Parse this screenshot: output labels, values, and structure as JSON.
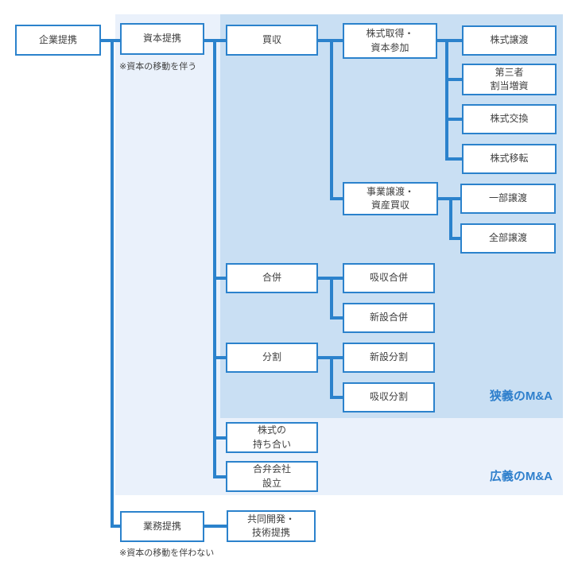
{
  "diagram": {
    "title_hint": "M&A classification tree",
    "colors": {
      "line": "#2B82CC",
      "text": "#404040",
      "label_blue": "#2E7FCC",
      "broad_bg": "#EAF1FB",
      "narrow_bg": "#C9DFF3",
      "node_bg": "#FFFFFF"
    },
    "regions": {
      "narrow_label": "狭義のM&A",
      "broad_label": "広義のM&A"
    },
    "nodes": {
      "root": "企業提携",
      "capital_alliance": "資本提携",
      "capital_alliance_note": "※資本の移動を伴う",
      "acquisition": "買収",
      "stock_acquisition": "株式取得・\n資本参加",
      "stock_transfer": "株式譲渡",
      "third_party_allotment": "第三者\n割当増資",
      "stock_exchange": "株式交換",
      "stock_relocation": "株式移転",
      "business_transfer": "事業譲渡・\n資産買収",
      "partial_transfer": "一部譲渡",
      "full_transfer": "全部譲渡",
      "merger": "合併",
      "absorption_merger": "吸収合併",
      "consolidation_merger": "新設合併",
      "split": "分割",
      "incorporation_split": "新設分割",
      "absorption_split": "吸収分割",
      "cross_shareholding": "株式の\n持ち合い",
      "joint_venture": "合弁会社\n設立",
      "business_alliance": "業務提携",
      "business_alliance_note": "※資本の移動を伴わない",
      "joint_development": "共同開発・\n技術提携"
    }
  }
}
